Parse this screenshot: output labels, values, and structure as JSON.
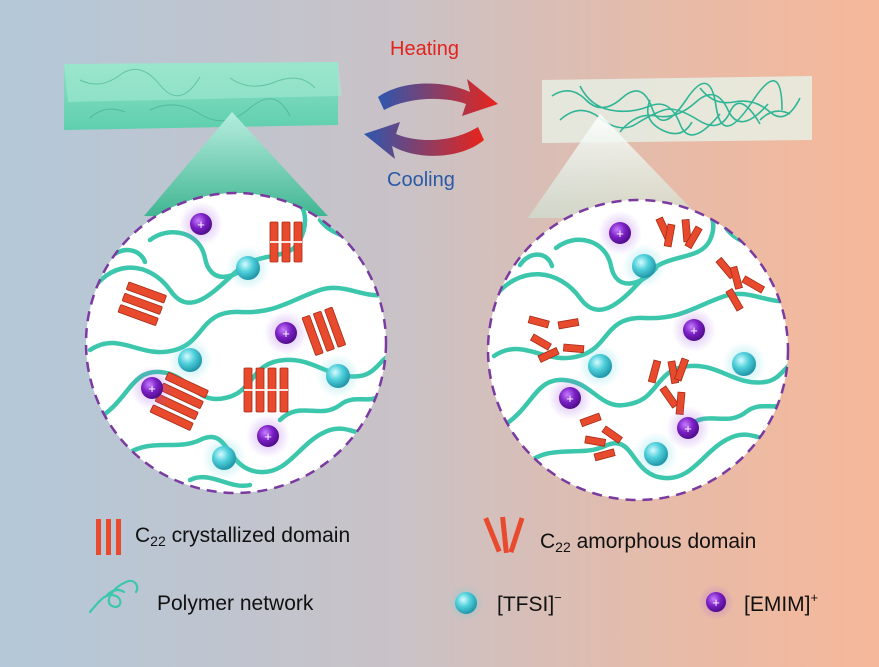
{
  "arrows": {
    "heating_label": "Heating",
    "cooling_label": "Cooling",
    "heating_color": "#e2241e",
    "cooling_color": "#2a5aa6"
  },
  "legend": {
    "crystallized": {
      "prefix": "C",
      "sub": "22",
      "text": " crystallized domain"
    },
    "amorphous": {
      "prefix": "C",
      "sub": "22",
      "text": " amorphous domain"
    },
    "polymer": "Polymer network",
    "tfsi": {
      "base": "[TFSI]",
      "sup": "−"
    },
    "emim": {
      "base": "[EMIM]",
      "sup": "+"
    }
  },
  "colors": {
    "polymer": "#3cc7ad",
    "domain": "#e84a2e",
    "tfsi": "#4fd0db",
    "emim": "#7a1fc4",
    "border": "#7a3aa0"
  }
}
